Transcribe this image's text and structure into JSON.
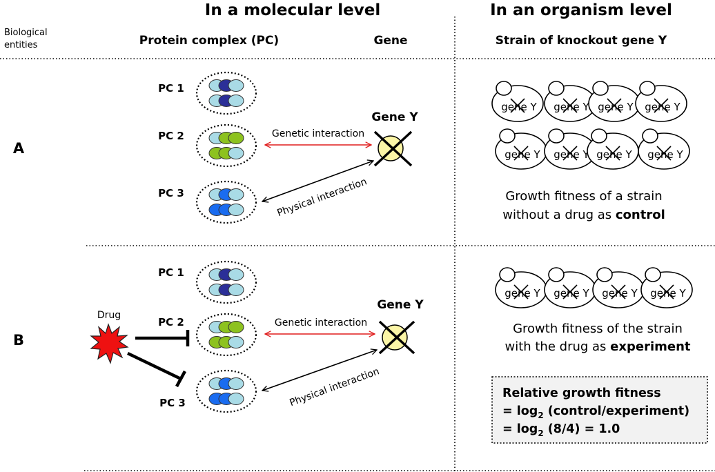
{
  "headers": {
    "molecular_level": "In a molecular level",
    "organism_level": "In an organism level"
  },
  "columns": {
    "entities_line1": "Biological",
    "entities_line2": "entities",
    "protein_complex": "Protein complex (PC)",
    "gene": "Gene",
    "strain": "Strain of knockout gene Y"
  },
  "colors": {
    "pc1_dark": "#2b2f98",
    "pc1_light": "#a9dbe6",
    "pc2_green": "#8dc21f",
    "pc3_blue": "#1a6cf0",
    "genetic_arrow": "#e01b1b",
    "gene_fill": "#fbf5a6",
    "drug": "#ee1111"
  },
  "sectionA": {
    "label": "A",
    "pc1": "PC 1",
    "pc2": "PC 2",
    "pc3": "PC 3",
    "gene_y": "Gene Y",
    "genetic_interaction": "Genetic interaction",
    "physical_interaction": "Physical interaction",
    "strain_label": "gene Y",
    "strain_count": 8,
    "fitness_line1": "Growth fitness of a strain",
    "fitness_line2_prefix": "without a drug as",
    "fitness_line2_bold": "control"
  },
  "sectionB": {
    "label": "B",
    "drug": "Drug",
    "pc1": "PC 1",
    "pc2": "PC 2",
    "pc3": "PC 3",
    "gene_y": "Gene Y",
    "genetic_interaction": "Genetic interaction",
    "physical_interaction": "Physical interaction",
    "strain_label": "gene Y",
    "strain_count": 4,
    "fitness_line1": "Growth fitness of the strain",
    "fitness_line2_prefix": "with the drug as",
    "fitness_line2_bold": "experiment"
  },
  "formula": {
    "title": "Relative growth fitness",
    "line2_eq": "= log",
    "line2_sub": "2",
    "line2_rest": " (control/experiment)",
    "line3_eq": "= log",
    "line3_sub": "2",
    "line3_rest": " (8/4)  =  1.0"
  }
}
